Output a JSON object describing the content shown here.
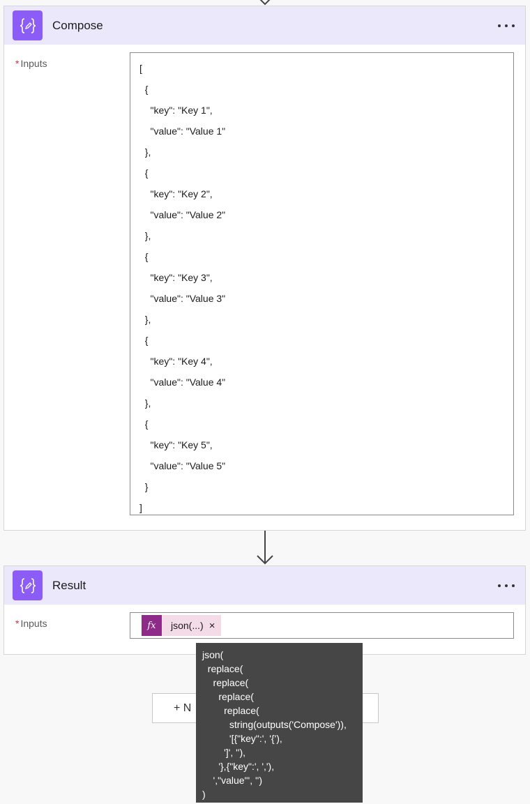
{
  "compose": {
    "title": "Compose",
    "inputs_label": "Inputs",
    "required_marker": "*",
    "code_lines": [
      "[",
      "  {",
      "    \"key\": \"Key 1\",",
      "    \"value\": \"Value 1\"",
      "  },",
      "  {",
      "    \"key\": \"Key 2\",",
      "    \"value\": \"Value 2\"",
      "  },",
      "  {",
      "    \"key\": \"Key 3\",",
      "    \"value\": \"Value 3\"",
      "  },",
      "  {",
      "    \"key\": \"Key 4\",",
      "    \"value\": \"Value 4\"",
      "  },",
      "  {",
      "    \"key\": \"Key 5\",",
      "    \"value\": \"Value 5\"",
      "  }",
      "]"
    ]
  },
  "result": {
    "title": "Result",
    "inputs_label": "Inputs",
    "required_marker": "*",
    "token": {
      "icon_text": "fx",
      "label": "json(...)",
      "close": "×"
    }
  },
  "new_step": {
    "label": "+ N"
  },
  "tooltip": {
    "lines": [
      "json(",
      "  replace(",
      "    replace(",
      "      replace(",
      "        replace(",
      "          string(outputs('Compose')),",
      "          '[{\"key\":', '{'),",
      "        ']', ''),",
      "      '},{\"key\":', ','),",
      "    ',\"value\"', '')",
      ")"
    ]
  },
  "colors": {
    "header_bg": "#ece8fb",
    "icon_bg": "#8b5cf6",
    "fx_bg": "#8e2a87",
    "token_bg": "#f3dbe8",
    "tooltip_bg": "#464646",
    "required": "#c4314b"
  },
  "icons": {
    "compose": "curly-braces-pencil-icon",
    "more": "ellipsis-icon",
    "connector": "arrow-down-icon"
  }
}
